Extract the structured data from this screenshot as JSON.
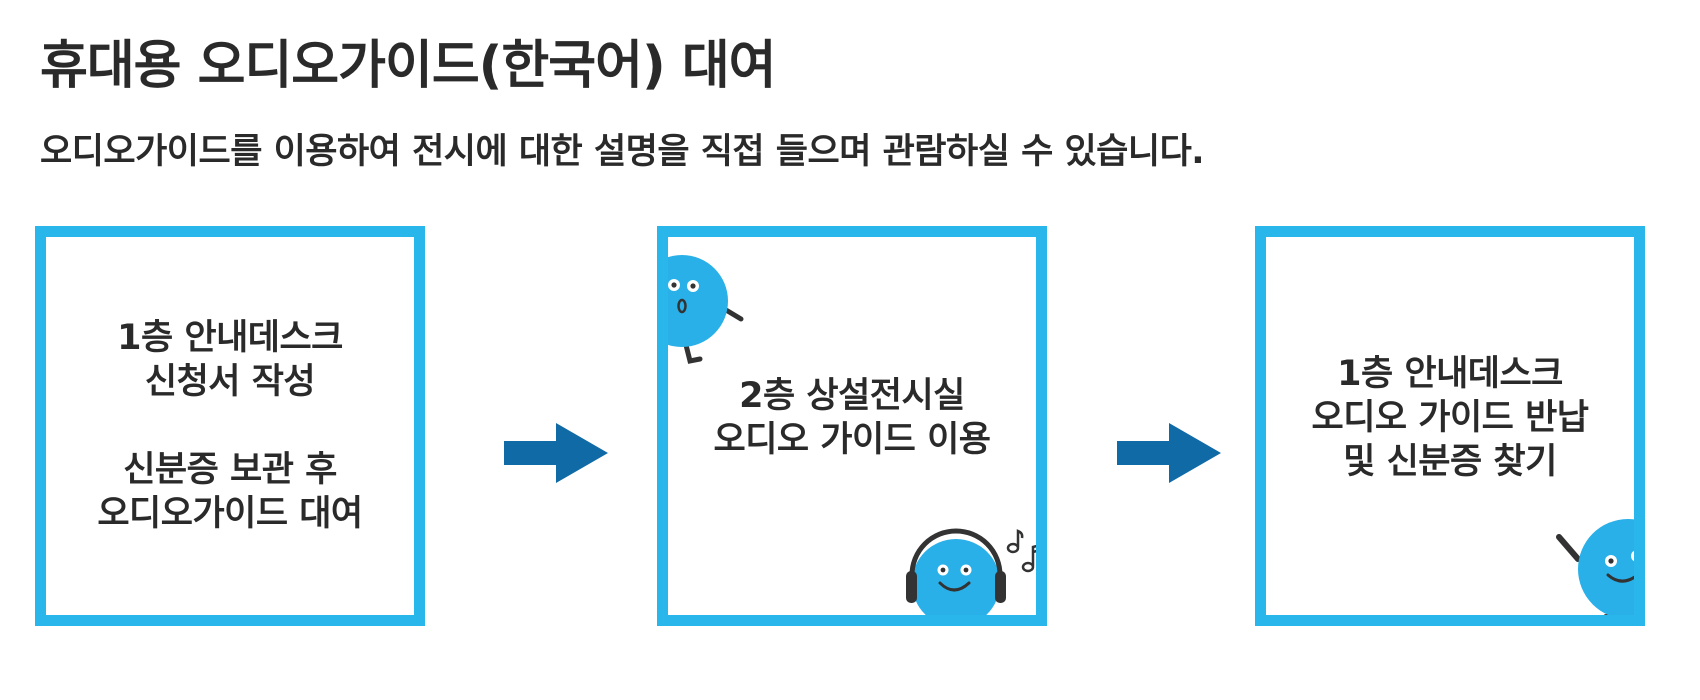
{
  "page": {
    "title": "휴대용 오디오가이드(한국어) 대여",
    "subtitle": "오디오가이드를 이용하여 전시에 대한 설명을 직접 들으며 관람하실 수 있습니다."
  },
  "steps": [
    {
      "text": "1층 안내데스크\n신청서 작성\n\n신분증 보관 후\n오디오가이드 대여"
    },
    {
      "text": "2층 상설전시실\n오디오 가이드 이용"
    },
    {
      "text": "1층 안내데스크\n오디오 가이드 반납\n및 신분증 찾기"
    }
  ],
  "icons": {
    "arrow": "arrow-right-icon",
    "mascot_1": "mascot-peeking-icon",
    "mascot_2": "mascot-headphones-icon",
    "mascot_3": "mascot-waving-icon",
    "music": "music-notes-icon"
  },
  "colors": {
    "frame": "#29b6ea",
    "arrow": "#0f6aa6",
    "mascot": "#29b0e8",
    "text": "#2a2a2a"
  }
}
